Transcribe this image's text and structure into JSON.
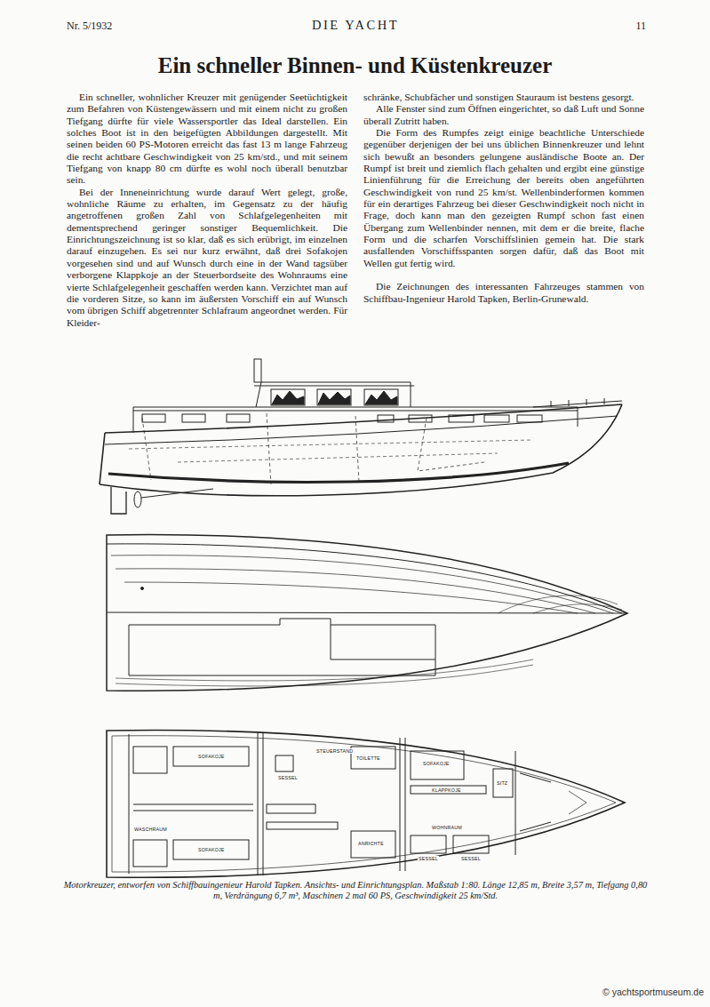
{
  "diagram": {
    "title": "Ein schneller Binnen- und Küstenkreuzer",
    "caption": "Motorkreuzer, entworfen von Schiffbauingenieur Harold Tapken. Ansichts- und Einrichtungsplan. Maßstab 1:80. Länge 12,85 m, Breite 3,57 m, Tiefgang 0,80 m, Verdrängung 6,7 m³, Maschinen 2 mal 60 PS, Geschwindigkeit 25 km/Std.",
    "labels": [
      "Nr. 5/1932",
      "DIE YACHT",
      "11",
      "Ein schneller, wohnlicher Kreuzer mit genügender Seetüchtigkeit zum Befahren von Küstengewässern und mit einem nicht zu großen Tiefgang dürfte für viele Wassersportler das Ideal darstellen. Ein solches Boot ist in den beigefügten Abbildungen dargestellt. Mit seinen beiden 60 PS-Motoren erreicht das fast 13 m lange Fahrzeug die recht achtbare Geschwindigkeit von 25 km/std., und mit seinem Tiefgang von knapp 80 cm dürfte es wohl noch überall benutzbar sein.",
      "Bei der Inneneinrichtung wurde darauf Wert gelegt, große, wohnliche Räume zu erhalten, im Gegensatz zu der häufig angetroffenen großen Zahl von Schlafgelegenheiten mit dementsprechend geringer sonstiger Bequemlichkeit. Die Einrichtungszeichnung ist so klar, daß es sich erübrigt, im einzelnen darauf einzugehen. Es sei nur kurz erwähnt, daß drei Sofakojen vorgesehen sind und auf Wunsch durch eine in der Wand tagsüber verborgene Klappkoje an der Steuerbordseite des Wohnraums eine vierte Schlafgelegenheit geschaffen werden kann. Verzichtet man auf die vorderen Sitze, so kann im äußersten Vorschiff ein auf Wunsch vom übrigen Schiff abgetrennter Schlafraum angeordnet werden. Für Kleider-",
      "schränke, Schubfächer und sonstigen Stauraum ist bestens gesorgt.",
      "Alle Fenster sind zum Öffnen eingerichtet, so daß Luft und Sonne überall Zutritt haben.",
      "Die Form des Rumpfes zeigt einige beachtliche Unterschiede gegenüber derjenigen der bei uns üblichen Binnenkreuzer und lehnt sich bewußt an besonders gelungene ausländische Boote an. Der Rumpf ist breit und ziemlich flach gehalten und ergibt eine günstige Linienführung für die Erreichung der bereits oben angeführten Geschwindigkeit von rund 25 km/st. Wellenbinderformen kommen für ein derartiges Fahrzeug bei dieser Geschwindigkeit noch nicht in Frage, doch kann man den gezeigten Rumpf schon fast einen Übergang zum Wellenbinder nennen, mit dem er die breite, flache Form und die scharfen Vorschiffslinien gemein hat. Die stark ausfallenden Vorschiffsspanten sorgen dafür, daß das Boot mit Wellen gut fertig wird.",
      "Die Zeichnungen des interessanten Fahrzeuges stammen von Schiffbau-Ingenieur Harold Tapken, Berlin-Grunewald.",
      "© yachtsportmuseum.de",
      "SOFAKOJE",
      "SOFAKOJE",
      "STEUERSTAND",
      "SESSEL",
      "TOILETTE",
      "SOFAKOJE",
      "KLAPPKOJE",
      "SITZ",
      "WASCHRAUM",
      "ANRICHTE",
      "WOHNRAUM",
      "SESSEL",
      "SESSEL"
    ]
  }
}
